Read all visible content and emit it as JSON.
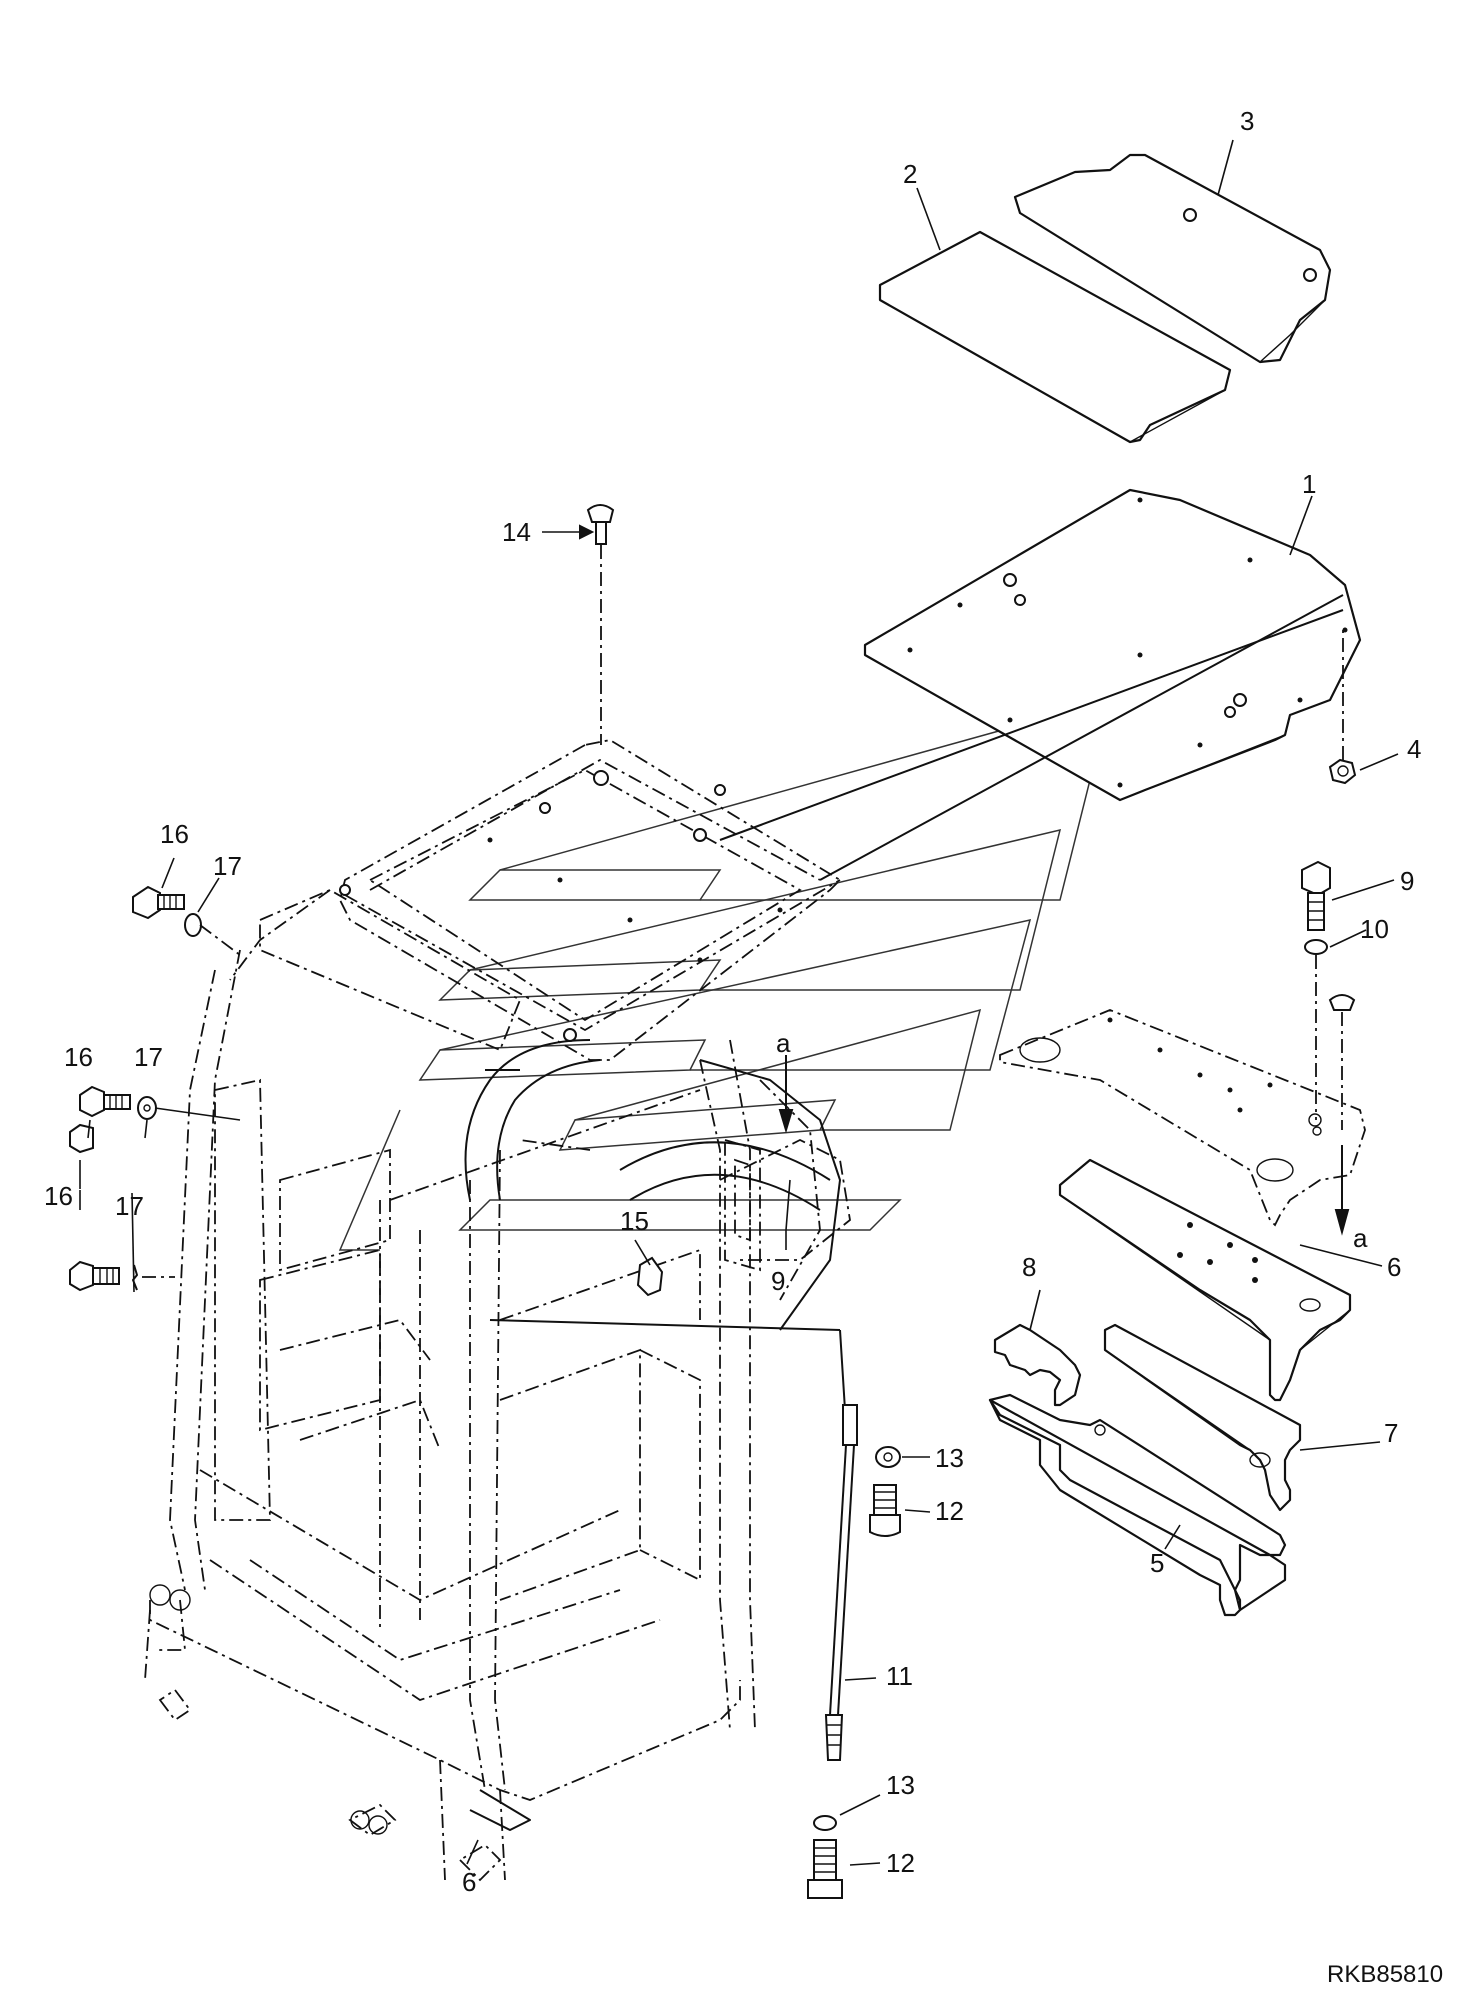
{
  "drawing_code": "RKB85810",
  "callouts": [
    {
      "id": "c1",
      "label": "1"
    },
    {
      "id": "c2",
      "label": "2"
    },
    {
      "id": "c3",
      "label": "3"
    },
    {
      "id": "c4",
      "label": "4"
    },
    {
      "id": "c5",
      "label": "5"
    },
    {
      "id": "c6a",
      "label": "6"
    },
    {
      "id": "c6b",
      "label": "6"
    },
    {
      "id": "c7",
      "label": "7"
    },
    {
      "id": "c8",
      "label": "8"
    },
    {
      "id": "c9a",
      "label": "9"
    },
    {
      "id": "c9b",
      "label": "9"
    },
    {
      "id": "c10",
      "label": "10"
    },
    {
      "id": "c11",
      "label": "11"
    },
    {
      "id": "c12a",
      "label": "12"
    },
    {
      "id": "c12b",
      "label": "12"
    },
    {
      "id": "c13a",
      "label": "13"
    },
    {
      "id": "c13b",
      "label": "13"
    },
    {
      "id": "c14",
      "label": "14"
    },
    {
      "id": "c15",
      "label": "15"
    },
    {
      "id": "c16a",
      "label": "16"
    },
    {
      "id": "c16b",
      "label": "16"
    },
    {
      "id": "c16c",
      "label": "16"
    },
    {
      "id": "c17a",
      "label": "17"
    },
    {
      "id": "c17b",
      "label": "17"
    },
    {
      "id": "c17c",
      "label": "17"
    }
  ],
  "refs": [
    {
      "id": "ra1",
      "label": "a"
    },
    {
      "id": "ra2",
      "label": "a"
    }
  ]
}
